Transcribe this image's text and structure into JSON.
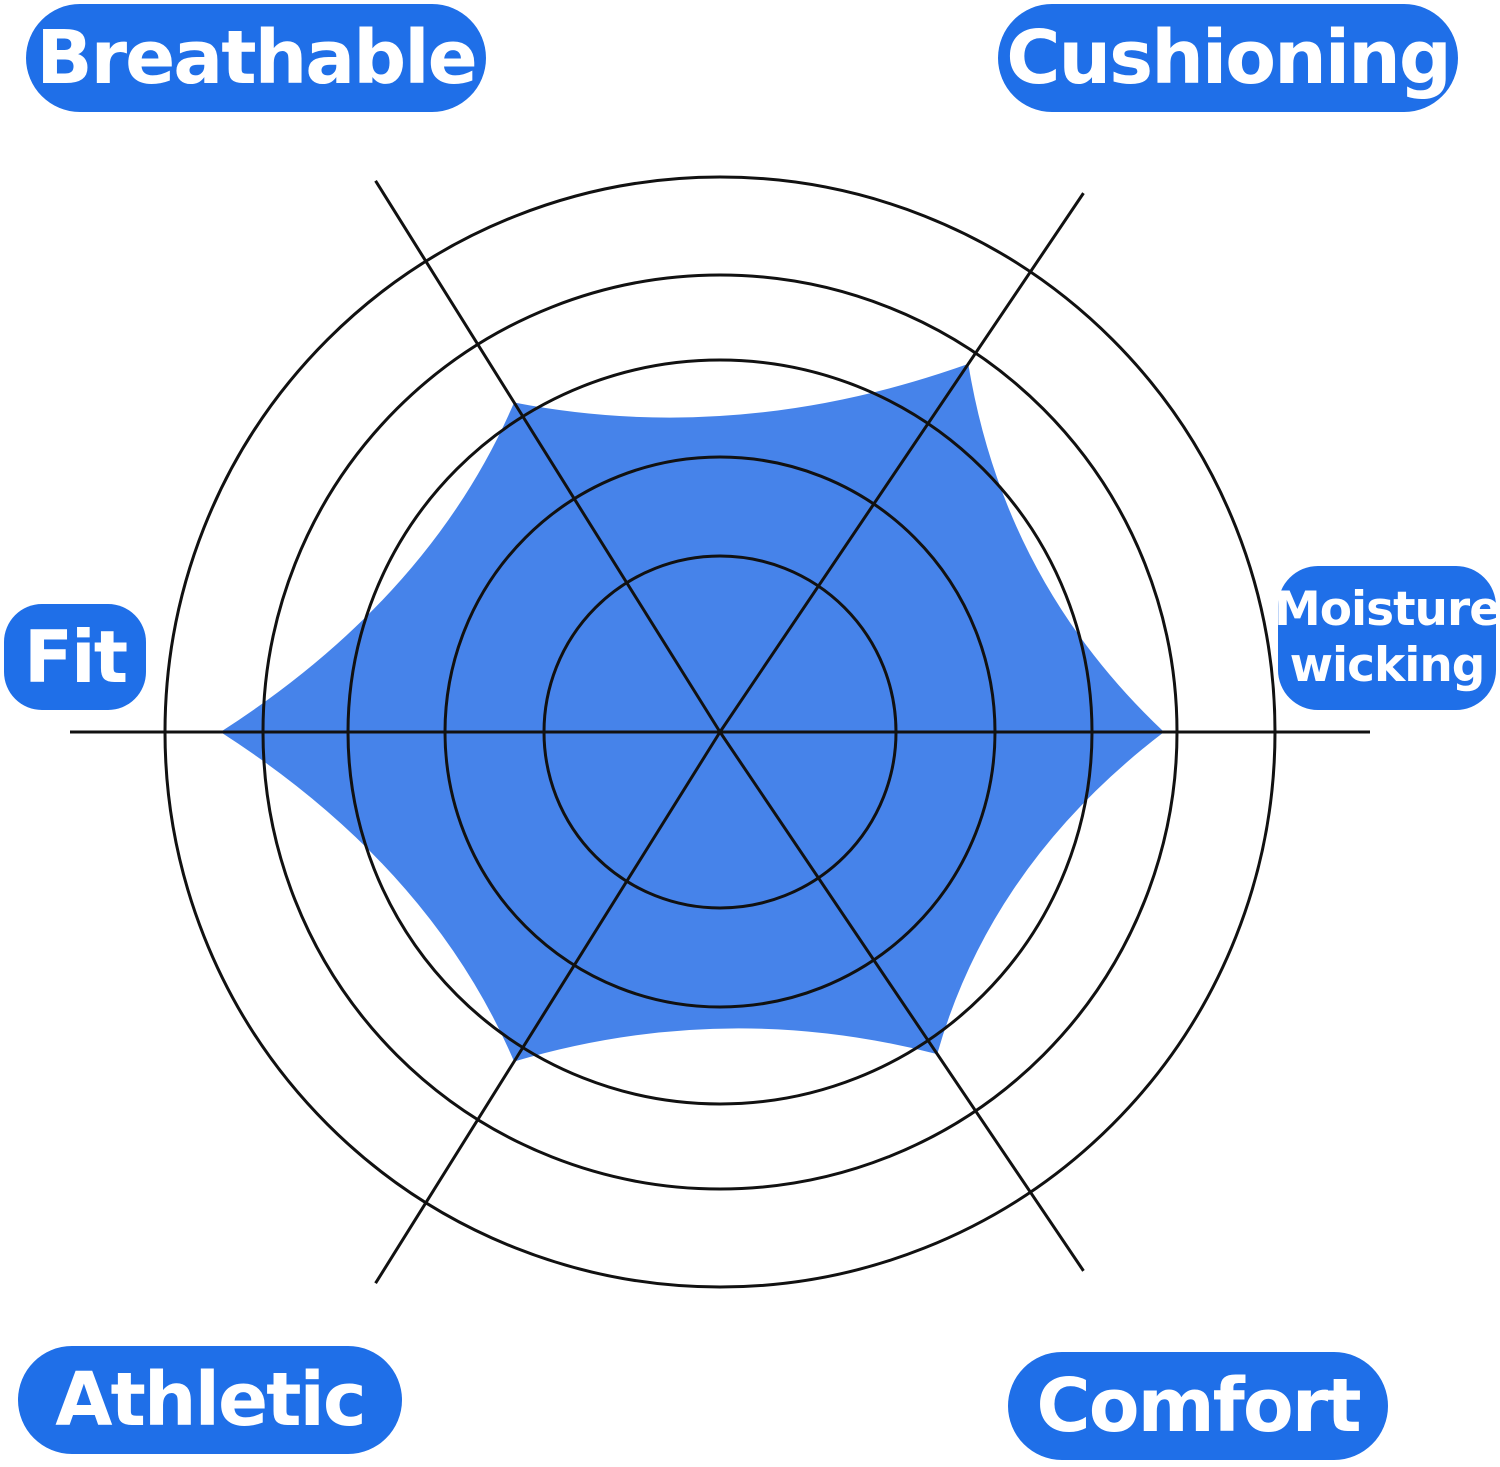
{
  "chart_data": {
    "type": "radar",
    "title": "",
    "axes": [
      {
        "id": "breathable",
        "label": "Breathable"
      },
      {
        "id": "cushioning",
        "label": "Cushioning"
      },
      {
        "id": "moisture",
        "label": "Moisture\nwicking"
      },
      {
        "id": "comfort",
        "label": "Comfort"
      },
      {
        "id": "athletic",
        "label": "Athletic"
      },
      {
        "id": "fit",
        "label": "Fit"
      }
    ],
    "rings": 5,
    "max_value": 5,
    "series": [
      {
        "values": {
          "breathable": 3.5,
          "cushioning": 4.0,
          "moisture": 4.0,
          "comfort": 3.5,
          "athletic": 3.5,
          "fit": 4.5
        },
        "color": "#4683ea"
      }
    ],
    "label_color": "#1f6fe8",
    "line_color": "#111111"
  }
}
